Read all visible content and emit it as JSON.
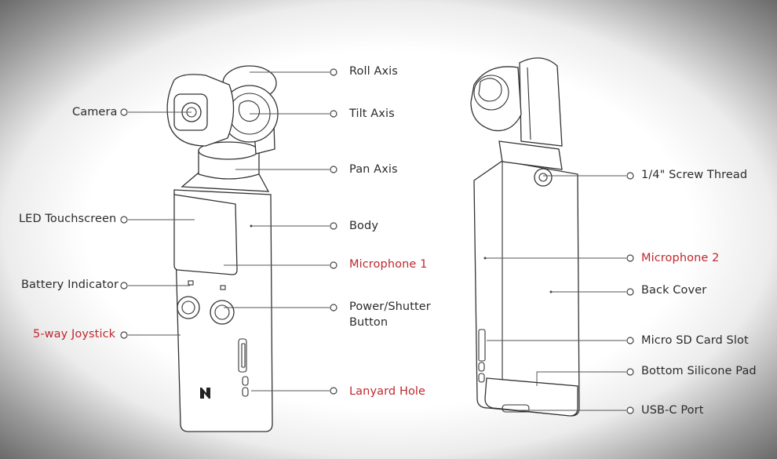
{
  "labels": {
    "camera": "Camera",
    "led_touchscreen": "LED Touchscreen",
    "battery_indicator": "Battery Indicator",
    "joystick": "5-way Joystick",
    "roll_axis": "Roll Axis",
    "tilt_axis": "Tilt Axis",
    "pan_axis": "Pan Axis",
    "body": "Body",
    "microphone_1": "Microphone 1",
    "power_shutter_line1": "Power/Shutter",
    "power_shutter_line2": "Button",
    "lanyard_hole": "Lanyard Hole",
    "screw_thread": "1/4\" Screw Thread",
    "microphone_2": "Microphone 2",
    "back_cover": "Back Cover",
    "micro_sd": "Micro SD Card Slot",
    "bottom_pad": "Bottom Silicone Pad",
    "usb_c": "USB-C Port"
  },
  "colors": {
    "highlight": "#c0272d",
    "text": "#2b2b2b",
    "line": "#333333"
  }
}
